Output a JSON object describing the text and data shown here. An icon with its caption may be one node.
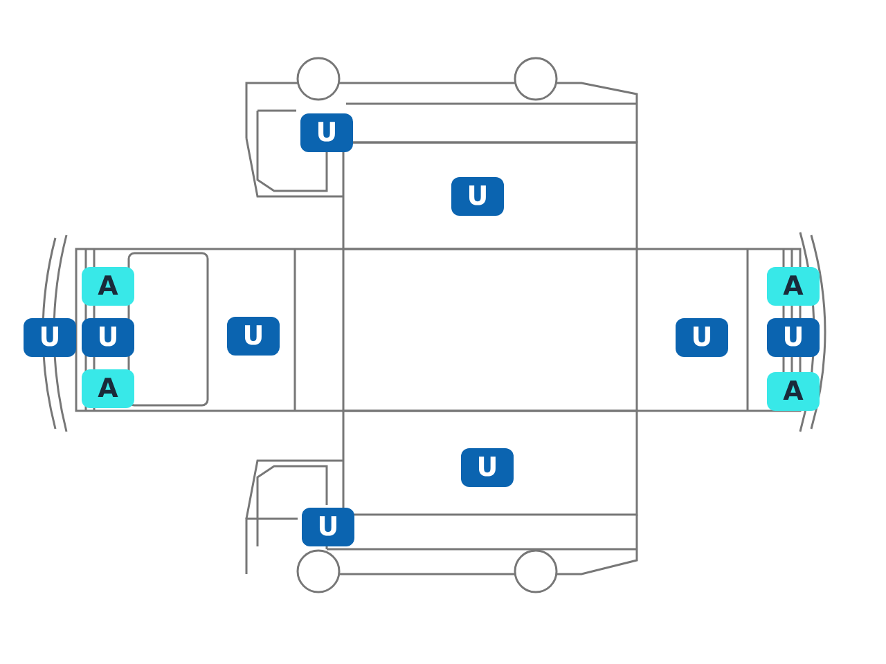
{
  "diagram": {
    "nodes": [
      {
        "text": [
          "U"
        ]
      },
      {
        "text": [
          "U"
        ]
      },
      {
        "text": [
          "A"
        ]
      },
      {
        "text": [
          "A"
        ]
      },
      {
        "text": [
          "U"
        ]
      },
      {
        "text": [
          "U"
        ]
      },
      {
        "text": [
          "U"
        ]
      },
      {
        "text": [
          "U"
        ]
      },
      {
        "text": [
          "U"
        ]
      },
      {
        "text": [
          "A"
        ]
      },
      {
        "text": [
          "A"
        ]
      },
      {
        "text": [
          "U"
        ]
      },
      {
        "text": [
          "U"
        ]
      }
    ]
  }
}
